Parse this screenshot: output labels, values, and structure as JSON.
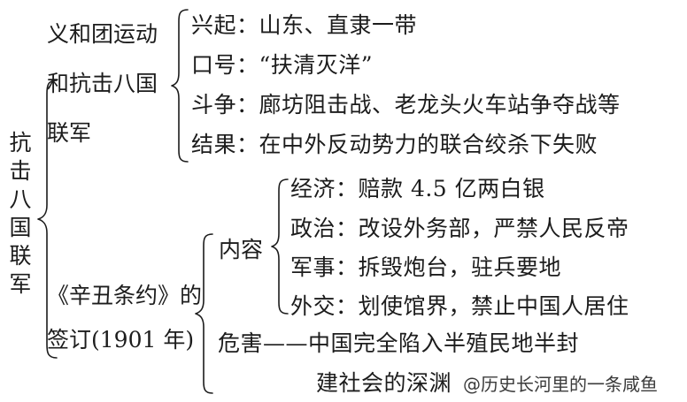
{
  "diagram": {
    "title": "抗击八国联军",
    "root": {
      "label": "抗击八国联军"
    },
    "branches": [
      {
        "id": "boxer-movement",
        "label_lines": [
          "义和团运动",
          "和抗击八国",
          "联军"
        ],
        "items": [
          {
            "key": "兴起",
            "sep": "：",
            "value": "山东、直隶一带",
            "text": "兴起：山东、直隶一带"
          },
          {
            "key": "口号",
            "sep": "：",
            "value": "“扶清灭洋”",
            "text": "口号：“扶清灭洋”"
          },
          {
            "key": "斗争",
            "sep": "：",
            "value": "廊坊阻击战、老龙头火车站争夺战等",
            "text": "斗争：廊坊阻击战、老龙头火车站争夺战等"
          },
          {
            "key": "结果",
            "sep": "：",
            "value": "在中外反动势力的联合绞杀下失败",
            "text": "结果：在中外反动势力的联合绞杀下失败"
          }
        ]
      },
      {
        "id": "xinchou-treaty",
        "label_lines": [
          "《辛丑条约》的",
          "签订(1901 年)"
        ],
        "year": "1901",
        "groups": [
          {
            "id": "content-group",
            "label": "内容",
            "items": [
              {
                "key": "经济",
                "sep": "：",
                "value": "赔款 4.5 亿两白银",
                "text": "经济：赔款 4.5 亿两白银"
              },
              {
                "key": "政治",
                "sep": "：",
                "value": "改设外务部，严禁人民反帝",
                "text": "政治：改设外务部，严禁人民反帝"
              },
              {
                "key": "军事",
                "sep": "：",
                "value": "拆毁炮台，驻兵要地",
                "text": "军事：拆毁炮台，驻兵要地"
              },
              {
                "key": "外交",
                "sep": "：",
                "value": "划使馆界，禁止中国人居住",
                "text": "外交：划使馆界，禁止中国人居住"
              }
            ]
          },
          {
            "id": "harm-group",
            "label": "危害",
            "lines": [
              "危害——中国完全陷入半殖民地半封",
              "建社会的深渊"
            ]
          }
        ]
      }
    ]
  },
  "watermark": {
    "text": "@历史长河里的一条咸鱼"
  },
  "colors": {
    "background": "#ffffff",
    "text": "#1c1c1c",
    "stroke": "#1c1c1c"
  }
}
